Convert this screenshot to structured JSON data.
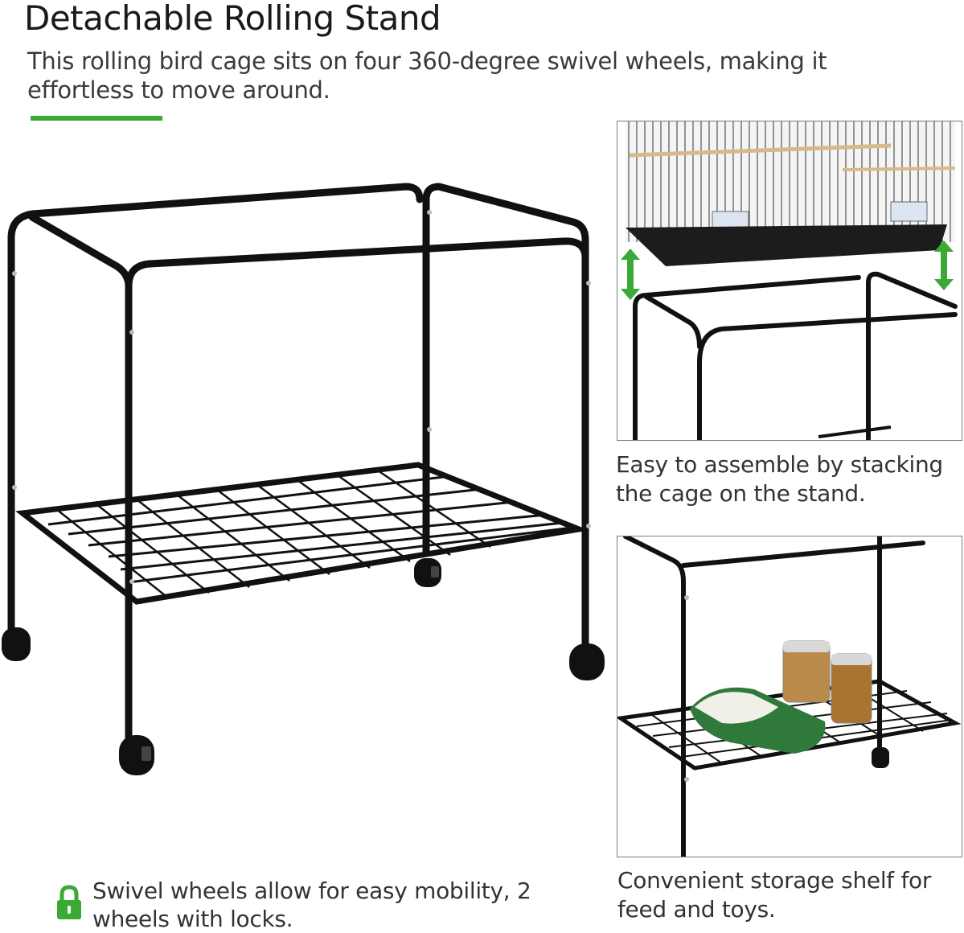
{
  "header": {
    "title": "Detachable Rolling Stand",
    "subtitle": "This rolling bird cage sits on four 360-degree swivel wheels, making it effortless to move around."
  },
  "colors": {
    "accent": "#3aa935",
    "frame": "#111111",
    "panel_border": "#7a7a7a",
    "text": "#333333"
  },
  "features": {
    "wheels": "Swivel wheels allow for easy mobility, 2 wheels with locks.",
    "assembly": "Easy to assemble by stacking the cage on the stand.",
    "storage": "Convenient storage shelf for feed and toys."
  },
  "icons": {
    "lock": "padlock-icon",
    "arrows": "vertical-double-arrow-icon"
  }
}
